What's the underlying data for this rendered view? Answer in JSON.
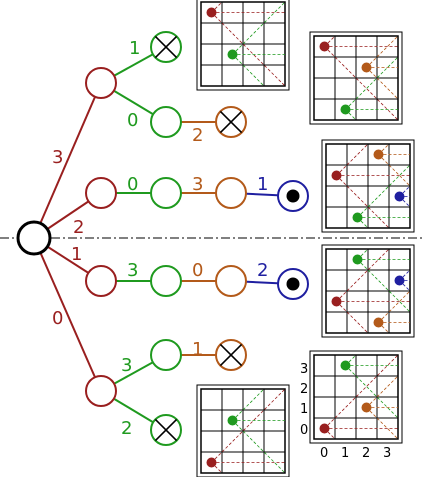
{
  "colors": {
    "level1": "#991f1f",
    "level2": "#1f9a1f",
    "level3": "#b35a1a",
    "level4": "#1f1fa0",
    "dashed_axis": "#000000"
  },
  "icons": {
    "dead_end": "circle-cross-icon",
    "solution": "filled-dot-icon"
  },
  "edge_labels": {
    "e_root_a": "3",
    "e_root_b": "2",
    "e_root_c": "1",
    "e_root_d": "0",
    "e_a_a1": "1",
    "e_a_a2": "0",
    "e_a2_a3": "2",
    "e_b_b1": "0",
    "e_b1_b2": "3",
    "e_b2_b3": "1",
    "e_c_c1": "3",
    "e_c1_c2": "0",
    "e_c2_c3": "2",
    "e_d_d1": "3",
    "e_d1_d2": "1",
    "e_d_d3": "2"
  },
  "grid_axes": {
    "x_ticks": [
      "0",
      "1",
      "2",
      "3"
    ],
    "y_ticks": [
      "0",
      "1",
      "2",
      "3"
    ]
  }
}
